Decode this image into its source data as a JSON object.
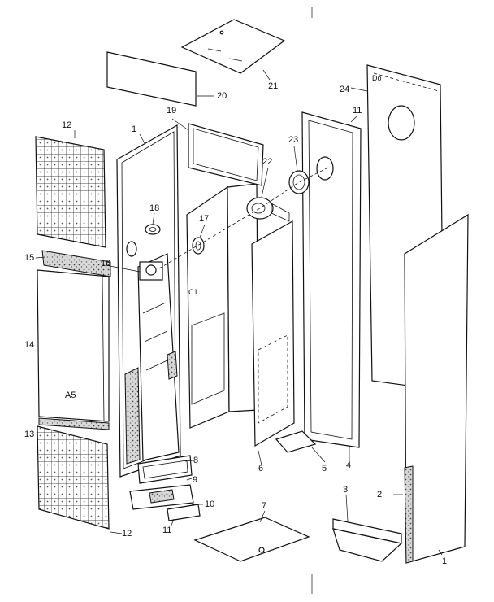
{
  "labels": {
    "p1_top": "1",
    "p1_bottom": "1",
    "p2": "2",
    "p3": "3",
    "p4": "4",
    "p5": "5",
    "p6": "6",
    "p7": "7",
    "p8": "8",
    "p9": "9",
    "p10": "10",
    "p11_bottom": "11",
    "p11_top": "11",
    "p12_top": "12",
    "p12_bottom": "12",
    "p13": "13",
    "p14": "14",
    "p15": "15",
    "p16": "16",
    "p17": "17",
    "p18": "18",
    "p19": "19",
    "p20": "20",
    "p21": "21",
    "p22": "22",
    "p23": "23",
    "p24": "24",
    "a5": "A5",
    "c1": "C1",
    "do": "Do"
  }
}
